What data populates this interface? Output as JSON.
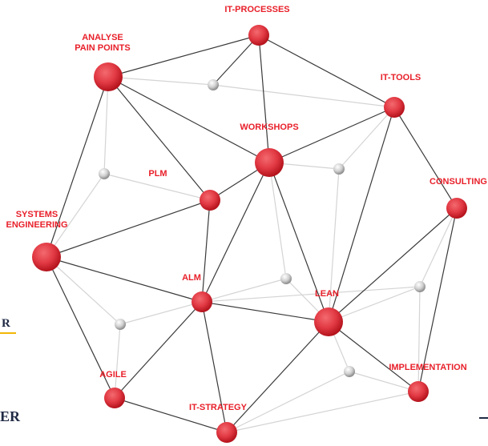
{
  "diagram": {
    "nodes": [
      {
        "id": "analyse",
        "label": [
          "ANALYSE",
          "PAIN POINTS"
        ],
        "kind": "red"
      },
      {
        "id": "itproc",
        "label": [
          "IT-PROCESSES"
        ],
        "kind": "red"
      },
      {
        "id": "ittools",
        "label": [
          "IT-TOOLS"
        ],
        "kind": "red"
      },
      {
        "id": "workshops",
        "label": [
          "WORKSHOPS"
        ],
        "kind": "red"
      },
      {
        "id": "consulting",
        "label": [
          "CONSULTING"
        ],
        "kind": "red"
      },
      {
        "id": "plm",
        "label": [
          "PLM"
        ],
        "kind": "red"
      },
      {
        "id": "syseng",
        "label": [
          "SYSTEMS",
          "ENGINEERING"
        ],
        "kind": "red"
      },
      {
        "id": "alm",
        "label": [
          "ALM"
        ],
        "kind": "red"
      },
      {
        "id": "lean",
        "label": [
          "LEAN"
        ],
        "kind": "red"
      },
      {
        "id": "agile",
        "label": [
          "AGILE"
        ],
        "kind": "red"
      },
      {
        "id": "itstrat",
        "label": [
          "IT-STRATEGY"
        ],
        "kind": "red"
      },
      {
        "id": "impl",
        "label": [
          "IMPLEMENTATION"
        ],
        "kind": "red"
      },
      {
        "id": "g1",
        "label": [],
        "kind": "grey"
      },
      {
        "id": "g2",
        "label": [],
        "kind": "grey"
      },
      {
        "id": "g3",
        "label": [],
        "kind": "grey"
      },
      {
        "id": "g4",
        "label": [],
        "kind": "grey"
      },
      {
        "id": "g5",
        "label": [],
        "kind": "grey"
      },
      {
        "id": "g6",
        "label": [],
        "kind": "grey"
      },
      {
        "id": "g7",
        "label": [],
        "kind": "grey"
      }
    ],
    "edges": [
      {
        "from": "analyse",
        "to": "itproc",
        "style": "dark"
      },
      {
        "from": "analyse",
        "to": "workshops",
        "style": "dark"
      },
      {
        "from": "analyse",
        "to": "plm",
        "style": "dark"
      },
      {
        "from": "analyse",
        "to": "syseng",
        "style": "dark"
      },
      {
        "from": "analyse",
        "to": "g1",
        "style": "light"
      },
      {
        "from": "analyse",
        "to": "g2",
        "style": "light"
      },
      {
        "from": "itproc",
        "to": "ittools",
        "style": "dark"
      },
      {
        "from": "itproc",
        "to": "workshops",
        "style": "dark"
      },
      {
        "from": "itproc",
        "to": "g1",
        "style": "dark"
      },
      {
        "from": "ittools",
        "to": "workshops",
        "style": "dark"
      },
      {
        "from": "ittools",
        "to": "consulting",
        "style": "dark"
      },
      {
        "from": "ittools",
        "to": "lean",
        "style": "dark"
      },
      {
        "from": "ittools",
        "to": "g1",
        "style": "light"
      },
      {
        "from": "ittools",
        "to": "g3",
        "style": "light"
      },
      {
        "from": "workshops",
        "to": "plm",
        "style": "dark"
      },
      {
        "from": "workshops",
        "to": "alm",
        "style": "dark"
      },
      {
        "from": "workshops",
        "to": "lean",
        "style": "dark"
      },
      {
        "from": "workshops",
        "to": "g3",
        "style": "light"
      },
      {
        "from": "workshops",
        "to": "g4",
        "style": "light"
      },
      {
        "from": "consulting",
        "to": "lean",
        "style": "dark"
      },
      {
        "from": "consulting",
        "to": "impl",
        "style": "dark"
      },
      {
        "from": "consulting",
        "to": "g5",
        "style": "light"
      },
      {
        "from": "plm",
        "to": "syseng",
        "style": "dark"
      },
      {
        "from": "plm",
        "to": "alm",
        "style": "dark"
      },
      {
        "from": "plm",
        "to": "g2",
        "style": "light"
      },
      {
        "from": "syseng",
        "to": "alm",
        "style": "dark"
      },
      {
        "from": "syseng",
        "to": "agile",
        "style": "dark"
      },
      {
        "from": "syseng",
        "to": "g2",
        "style": "light"
      },
      {
        "from": "syseng",
        "to": "g6",
        "style": "light"
      },
      {
        "from": "alm",
        "to": "lean",
        "style": "dark"
      },
      {
        "from": "alm",
        "to": "agile",
        "style": "dark"
      },
      {
        "from": "alm",
        "to": "itstrat",
        "style": "dark"
      },
      {
        "from": "alm",
        "to": "g4",
        "style": "light"
      },
      {
        "from": "alm",
        "to": "g6",
        "style": "light"
      },
      {
        "from": "alm",
        "to": "g5",
        "style": "light"
      },
      {
        "from": "lean",
        "to": "itstrat",
        "style": "dark"
      },
      {
        "from": "lean",
        "to": "impl",
        "style": "dark"
      },
      {
        "from": "lean",
        "to": "g3",
        "style": "light"
      },
      {
        "from": "lean",
        "to": "g4",
        "style": "light"
      },
      {
        "from": "lean",
        "to": "g5",
        "style": "light"
      },
      {
        "from": "lean",
        "to": "g7",
        "style": "light"
      },
      {
        "from": "agile",
        "to": "itstrat",
        "style": "dark"
      },
      {
        "from": "agile",
        "to": "g6",
        "style": "light"
      },
      {
        "from": "itstrat",
        "to": "impl",
        "style": "light"
      },
      {
        "from": "itstrat",
        "to": "g7",
        "style": "light"
      },
      {
        "from": "g7",
        "to": "impl",
        "style": "light"
      },
      {
        "from": "g5",
        "to": "impl",
        "style": "light"
      }
    ]
  },
  "edge_fragments": {
    "left_top": "R",
    "left_bottom": "ER"
  },
  "colors": {
    "node_red": "#e8202a",
    "node_grey": "#c8c8c8",
    "label": "#e8202a",
    "edge_dark": "#3a3a3a",
    "edge_light": "#d4d4d4",
    "accent_yellow": "#f2b705",
    "fragment_dark": "#1f2a44"
  }
}
